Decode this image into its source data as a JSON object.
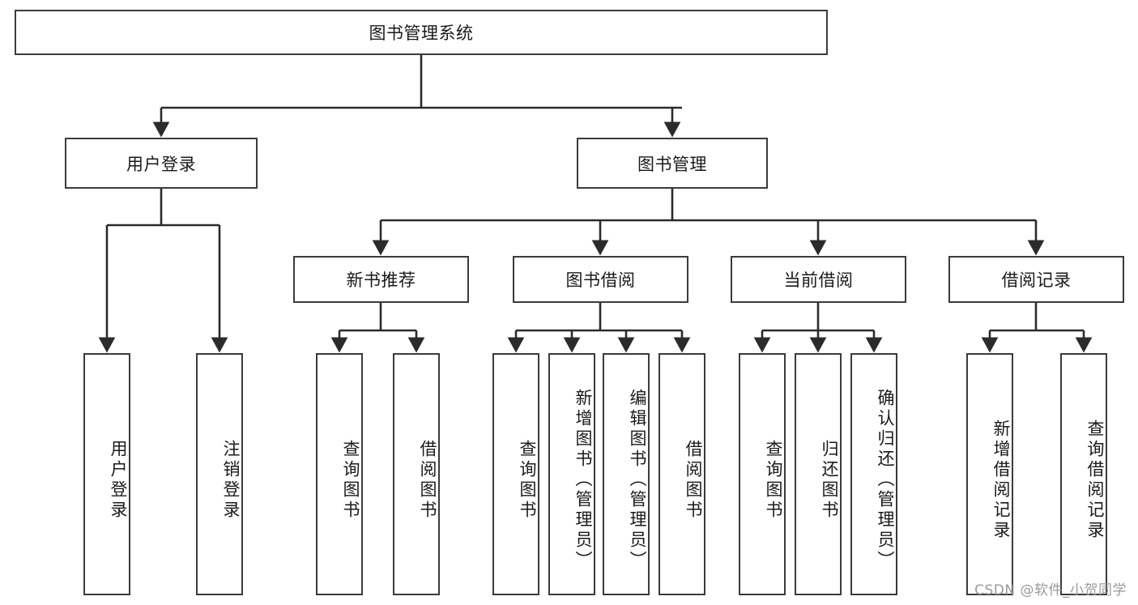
{
  "diagram": {
    "title": "图书管理系统",
    "type": "hierarchy-tree",
    "watermark": "CSDN @软件_小贺同学",
    "root": {
      "id": "root",
      "label": "图书管理系统"
    },
    "level1": [
      {
        "id": "user-login",
        "label": "用户登录"
      },
      {
        "id": "book-management",
        "label": "图书管理"
      }
    ],
    "level2": [
      {
        "id": "new-book-recommend",
        "label": "新书推荐",
        "parent": "book-management"
      },
      {
        "id": "book-borrow",
        "label": "图书借阅",
        "parent": "book-management"
      },
      {
        "id": "current-borrow",
        "label": "当前借阅",
        "parent": "book-management"
      },
      {
        "id": "borrow-record",
        "label": "借阅记录",
        "parent": "book-management"
      }
    ],
    "leaves": [
      {
        "id": "leaf-user-login",
        "label": "用户登录",
        "parent": "user-login"
      },
      {
        "id": "leaf-user-logout",
        "label": "注销登录",
        "parent": "user-login"
      },
      {
        "id": "leaf-query-book-1",
        "label": "查询图书",
        "parent": "new-book-recommend"
      },
      {
        "id": "leaf-borrow-book-1",
        "label": "借阅图书",
        "parent": "new-book-recommend"
      },
      {
        "id": "leaf-query-book-2",
        "label": "查询图书",
        "parent": "book-borrow"
      },
      {
        "id": "leaf-add-book",
        "label": "新增图书（管理员）",
        "parent": "book-borrow"
      },
      {
        "id": "leaf-edit-book",
        "label": "编辑图书（管理员）",
        "parent": "book-borrow"
      },
      {
        "id": "leaf-borrow-book-2",
        "label": "借阅图书",
        "parent": "book-borrow"
      },
      {
        "id": "leaf-query-book-3",
        "label": "查询图书",
        "parent": "current-borrow"
      },
      {
        "id": "leaf-return-book",
        "label": "归还图书",
        "parent": "current-borrow"
      },
      {
        "id": "leaf-confirm-return",
        "label": "确认归还（管理员）",
        "parent": "current-borrow"
      },
      {
        "id": "leaf-add-record",
        "label": "新增借阅记录",
        "parent": "borrow-record"
      },
      {
        "id": "leaf-query-record",
        "label": "查询借阅记录",
        "parent": "borrow-record"
      }
    ],
    "colors": {
      "box_border": "#3b3b3b",
      "box_fill": "#ffffff",
      "connector": "#2b2b2b",
      "text": "#1a1a1a",
      "watermark": "#9a9a9a"
    }
  }
}
